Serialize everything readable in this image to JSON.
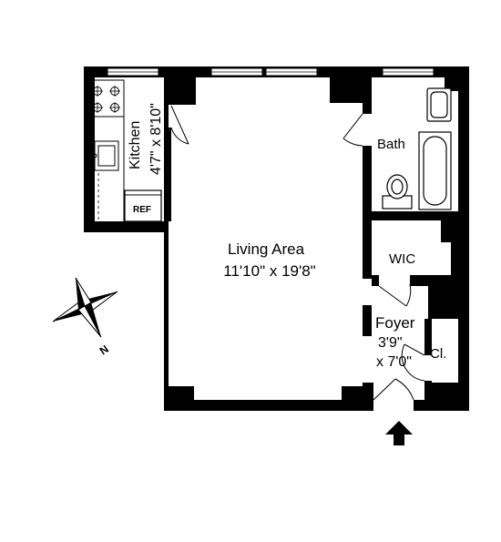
{
  "rooms": {
    "kitchen": {
      "name": "Kitchen",
      "dims": "4'7\" x 8'10\""
    },
    "living": {
      "name": "Living Area",
      "dims": "11'10\" x 19'8\""
    },
    "bath": {
      "name": "Bath"
    },
    "wic": {
      "name": "WIC"
    },
    "foyer": {
      "name": "Foyer",
      "dim1": "3'9\"",
      "dim2": "x 7'0\""
    },
    "closet": {
      "name": "Cl."
    }
  },
  "appliances": {
    "ref": "REF"
  },
  "compass": {
    "label": "N"
  },
  "colors": {
    "wall": "#000000",
    "fixture": "#000000",
    "background": "#ffffff"
  }
}
